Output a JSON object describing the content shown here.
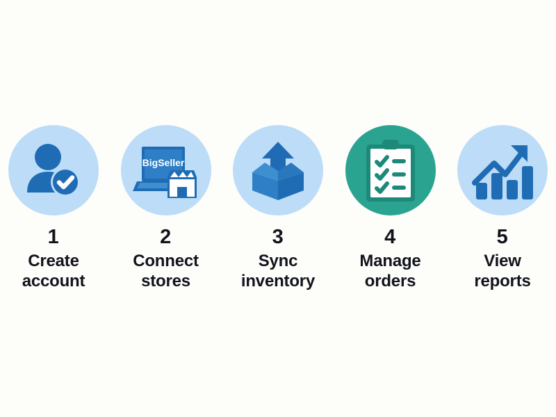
{
  "background_color": "#fdfdfa",
  "palette": {
    "circle_light_blue": "#bcdcf7",
    "icon_blue": "#1f6cb5",
    "icon_blue_light": "#3f8ed0",
    "accent_green": "#2aa491",
    "accent_green_dark": "#1d8a79",
    "text_color": "#12141c",
    "white": "#ffffff"
  },
  "steps": [
    {
      "number": "1",
      "label": "Create\naccount",
      "icon_name": "user-check-icon",
      "circle_color": "#bcdcf7"
    },
    {
      "number": "2",
      "label": "Connect\nstores",
      "icon_name": "laptop-storefront-icon",
      "circle_color": "#bcdcf7",
      "brand_text": "BigSeller"
    },
    {
      "number": "3",
      "label": "Sync\ninventory",
      "icon_name": "open-box-up-arrow-icon",
      "circle_color": "#bcdcf7"
    },
    {
      "number": "4",
      "label": "Manage\norders",
      "icon_name": "clipboard-checklist-icon",
      "circle_color": "#2aa491"
    },
    {
      "number": "5",
      "label": "View\nreports",
      "icon_name": "bar-chart-trend-up-icon",
      "circle_color": "#bcdcf7"
    }
  ]
}
